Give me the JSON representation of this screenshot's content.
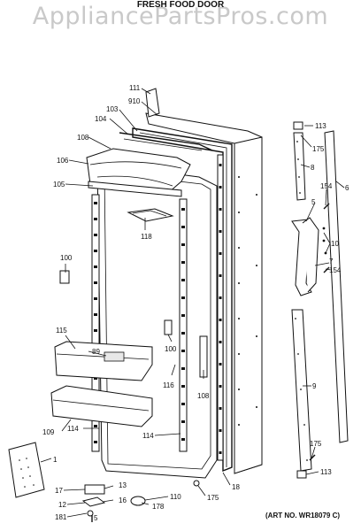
{
  "watermark": "AppliancePartsPros.com",
  "title": "FRESH FOOD DOOR",
  "art_number": "(ART NO. WR18079 C)",
  "callouts": [
    "111",
    "910",
    "103",
    "104",
    "108",
    "106",
    "105",
    "118",
    "100",
    "115",
    "89",
    "100",
    "116",
    "108",
    "109",
    "114",
    "114",
    "1",
    "17",
    "13",
    "12",
    "16",
    "181",
    "5",
    "110",
    "178",
    "175",
    "18",
    "113",
    "175",
    "8",
    "154",
    "6",
    "5",
    "10",
    "154",
    "7",
    "9",
    "175",
    "113"
  ]
}
